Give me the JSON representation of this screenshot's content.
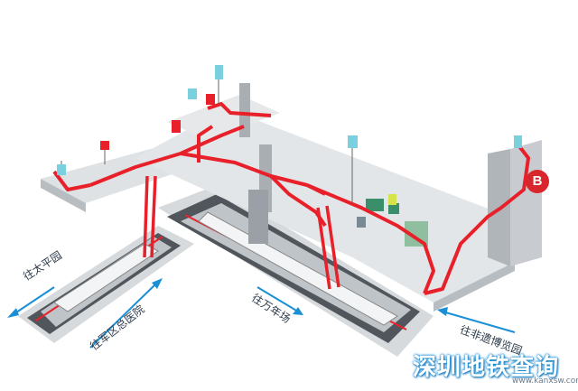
{
  "directions": {
    "taiping": "往太平园",
    "junqu": "往军区总医院",
    "wanqing": "往万年场",
    "feiyi": "往非遗博览园"
  },
  "exit_label": "B",
  "watermark": {
    "title": "深圳地铁查询",
    "url": "www.kanxsw.com"
  },
  "colors": {
    "route": "#e8202a",
    "station": "#cfd3d6",
    "track": "#3a3f44",
    "arrow": "#1a8fd6"
  }
}
